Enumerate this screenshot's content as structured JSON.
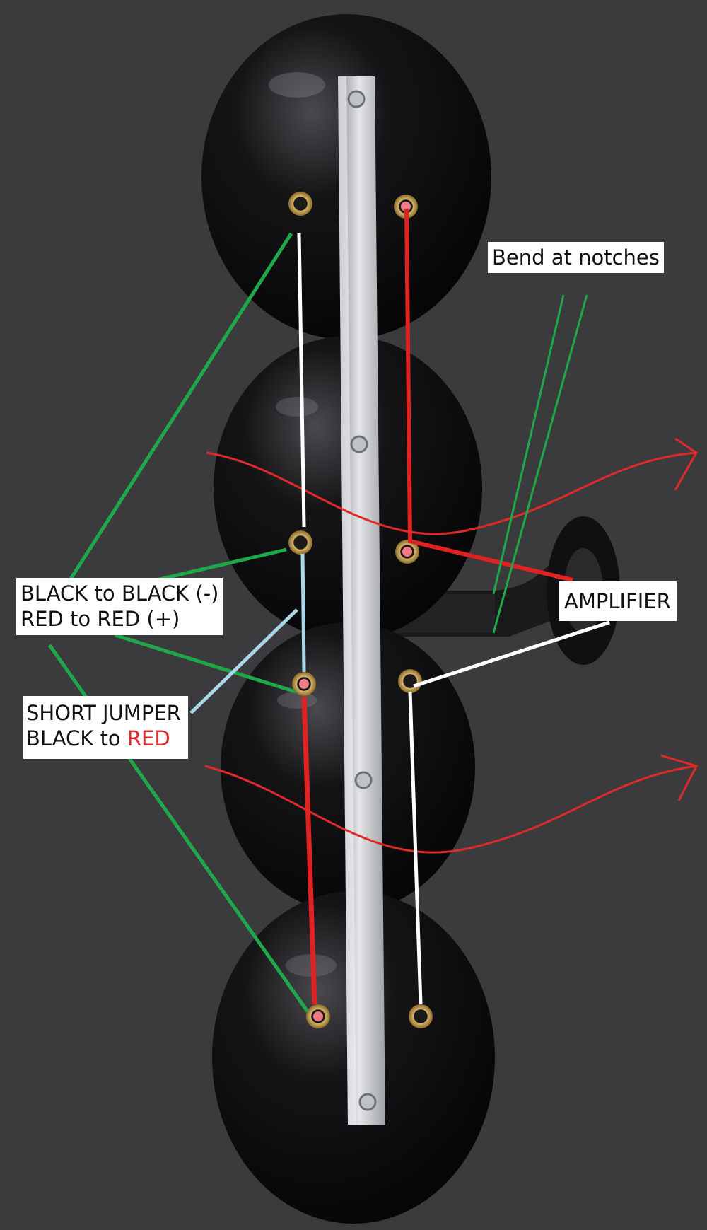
{
  "labels": {
    "bend": "Bend at notches",
    "amplifier": "AMPLIFIER",
    "wiring_line1": "BLACK to BLACK (-)",
    "wiring_line2": "RED to RED (+)",
    "jumper_line1": "SHORT JUMPER",
    "jumper_prefix": "BLACK to ",
    "jumper_red": "RED"
  },
  "colors": {
    "background": "#3b3b3d",
    "speaker": "#0b0b0c",
    "rail": "#c9ccd0",
    "wire_red": "#e02222",
    "wire_white": "#ffffff",
    "wire_lightblue": "#a9d6e8",
    "annotation_green": "#1fa84a",
    "arrow_red": "#e02a2a"
  },
  "icons": {
    "speakers": [
      "speaker-1-icon",
      "speaker-2-icon",
      "speaker-3-icon",
      "speaker-4-icon"
    ],
    "terminals": [
      "terminal-icon"
    ],
    "mounting_bracket": "mounting-bracket-icon"
  }
}
